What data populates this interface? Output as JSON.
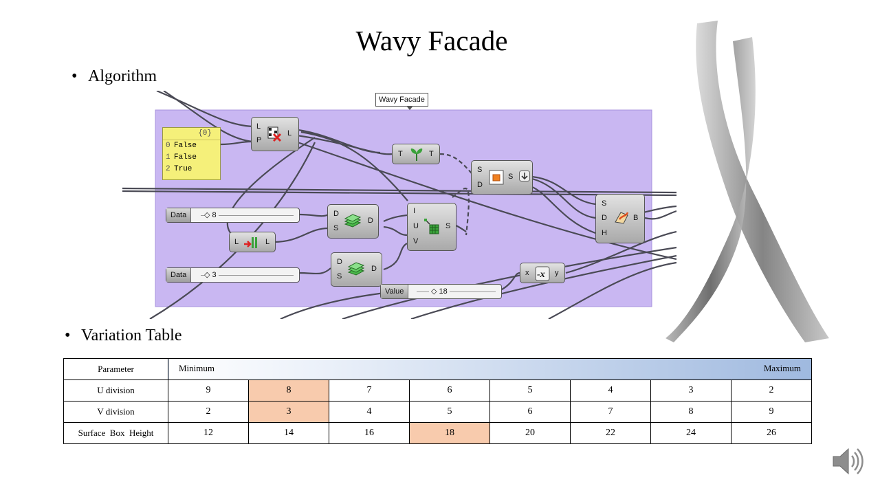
{
  "title": "Wavy Facade",
  "bullets": {
    "algorithm": "Algorithm",
    "variation_table": "Variation Table"
  },
  "grasshopper": {
    "group_label": "Wavy Facade",
    "panel": {
      "header": "{0}",
      "rows": [
        {
          "index": "0",
          "value": "False"
        },
        {
          "index": "1",
          "value": "False"
        },
        {
          "index": "2",
          "value": "True"
        }
      ]
    },
    "sliders": [
      {
        "label": "Data",
        "value": "◇ 8"
      },
      {
        "label": "Data",
        "value": "◇ 3"
      },
      {
        "label": "Value",
        "value": "◇ 18"
      }
    ],
    "components": {
      "cull_pattern": {
        "inputs": [
          "L",
          "P"
        ],
        "outputs": [
          "L"
        ],
        "icon": "cull-pattern-icon"
      },
      "graft_tree": {
        "inputs": [
          "T"
        ],
        "outputs": [
          "T"
        ],
        "icon": "graft-tree-icon"
      },
      "list_item": {
        "inputs": [
          "L"
        ],
        "outputs": [
          "L"
        ],
        "icon": "list-item-icon"
      },
      "divide_domain_1": {
        "inputs": [
          "D",
          "S"
        ],
        "outputs": [
          "D"
        ],
        "icon": "divide-domain-icon"
      },
      "divide_domain_2": {
        "inputs": [
          "D",
          "S"
        ],
        "outputs": [
          "D"
        ],
        "icon": "divide-domain-icon"
      },
      "isotrim": {
        "inputs": [
          "I",
          "U",
          "V"
        ],
        "outputs": [
          "S"
        ],
        "icon": "isotrim-icon"
      },
      "surface_split": {
        "inputs": [
          "S",
          "D"
        ],
        "outputs": [
          "S"
        ],
        "icon": "surface-icon"
      },
      "box_morph": {
        "inputs": [
          "S",
          "D",
          "H"
        ],
        "outputs": [
          "B"
        ],
        "icon": "box-morph-icon"
      },
      "negative": {
        "inputs": [
          "x"
        ],
        "outputs": [
          "y"
        ],
        "icon": "negative-icon"
      }
    }
  },
  "table": {
    "header": {
      "parameter": "Parameter",
      "minimum": "Minimum",
      "maximum": "Maximum"
    },
    "rows": [
      {
        "name": "U division",
        "values": [
          "9",
          "8",
          "7",
          "6",
          "5",
          "4",
          "3",
          "2"
        ],
        "highlight": 1
      },
      {
        "name": "V division",
        "values": [
          "2",
          "3",
          "4",
          "5",
          "6",
          "7",
          "8",
          "9"
        ],
        "highlight": 1
      },
      {
        "name": "Surface  Box  Height",
        "values": [
          "12",
          "14",
          "16",
          "18",
          "20",
          "22",
          "24",
          "26"
        ],
        "highlight": 3
      }
    ]
  },
  "colors": {
    "group_fill": "#c9b7f2",
    "highlight": "#f8cbad",
    "panel_fill": "#f5f07a",
    "gradient_end": "#9fb9df"
  }
}
